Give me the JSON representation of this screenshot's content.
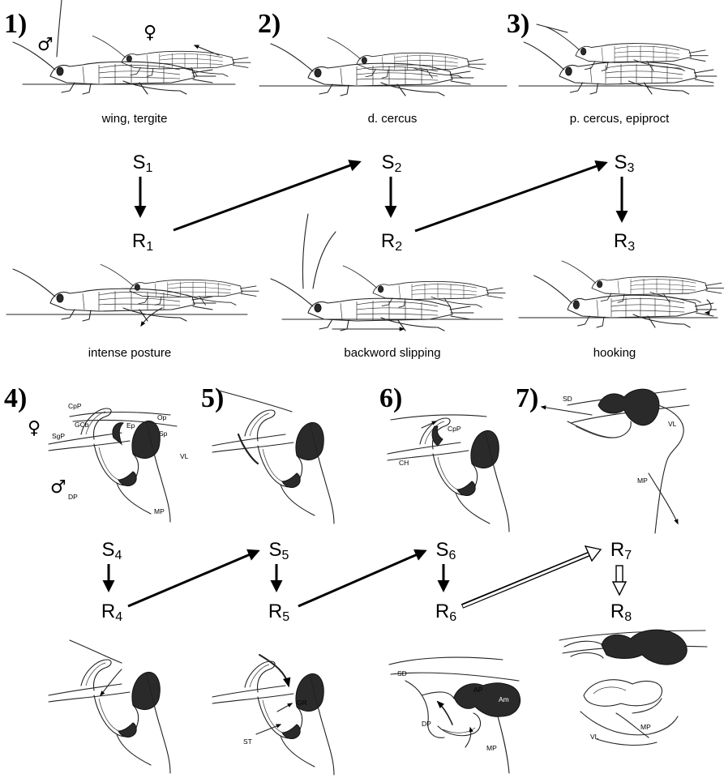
{
  "panels": {
    "p1": {
      "num": "1)",
      "caption": "wing, tergite",
      "male": "♂",
      "female": "♀"
    },
    "p2": {
      "num": "2)",
      "caption": "d. cercus"
    },
    "p3": {
      "num": "3)",
      "caption": "p. cercus, epiproct"
    },
    "p4": {
      "num": "4)",
      "female": "♀",
      "male": "♂",
      "labels": {
        "cpp": "CpP",
        "op": "Op",
        "gcb": "GCb",
        "ep": "Ep",
        "sgp": "SgP",
        "sp": "Sp",
        "vl": "VL",
        "dp": "DP",
        "mp": "MP"
      }
    },
    "p5": {
      "num": "5)"
    },
    "p6": {
      "num": "6)",
      "labels": {
        "cpp": "CpP",
        "ch": "CH"
      }
    },
    "p7": {
      "num": "7)",
      "labels": {
        "sd": "SD",
        "vl": "VL",
        "mp": "MP"
      }
    }
  },
  "responses": {
    "r1": {
      "caption": "intense posture"
    },
    "r2": {
      "caption": "backword slipping"
    },
    "r3": {
      "caption": "hooking"
    },
    "r5": {
      "labels": {
        "gr": "GR",
        "st": "ST"
      }
    },
    "r6": {
      "labels": {
        "sd": "SD",
        "ap": "AP",
        "am": "Am",
        "dp": "DP",
        "mp": "MP"
      }
    },
    "r8": {
      "labels": {
        "vl": "VL",
        "mp": "MP"
      }
    }
  },
  "nodes": {
    "S1": {
      "main": "S",
      "sub": "1"
    },
    "R1": {
      "main": "R",
      "sub": "1"
    },
    "S2": {
      "main": "S",
      "sub": "2"
    },
    "R2": {
      "main": "R",
      "sub": "2"
    },
    "S3": {
      "main": "S",
      "sub": "3"
    },
    "R3": {
      "main": "R",
      "sub": "3"
    },
    "S4": {
      "main": "S",
      "sub": "4"
    },
    "R4": {
      "main": "R",
      "sub": "4"
    },
    "S5": {
      "main": "S",
      "sub": "5"
    },
    "R5": {
      "main": "R",
      "sub": "5"
    },
    "S6": {
      "main": "S",
      "sub": "6"
    },
    "R6": {
      "main": "R",
      "sub": "6"
    },
    "R7": {
      "main": "R",
      "sub": "7"
    },
    "R8": {
      "main": "R",
      "sub": "8"
    }
  }
}
